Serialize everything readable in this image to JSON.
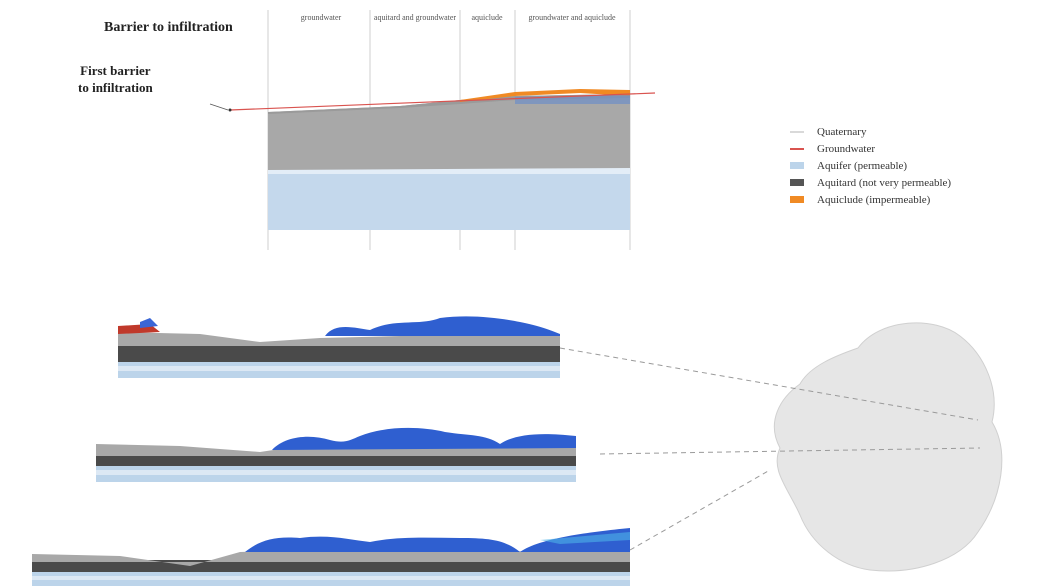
{
  "header": {
    "title": "Barrier to infiltration",
    "columns": [
      "groundwater",
      "aquitard and groundwater",
      "aquiclude",
      "groundwater and aquiclude"
    ]
  },
  "first_barrier_label": [
    "First barrier",
    "to infiltration"
  ],
  "legend": [
    {
      "label": "Quaternary",
      "color": "#d9d9d9",
      "kind": "line"
    },
    {
      "label": "Groundwater",
      "color": "#d9534f",
      "kind": "line"
    },
    {
      "label": "Aquifer (permeable)",
      "color": "#bcd4ea",
      "kind": "box"
    },
    {
      "label": "Aquitard (not very permeable)",
      "color": "#555555",
      "kind": "box"
    },
    {
      "label": "Aquiclude (impermeable)",
      "color": "#f08a24",
      "kind": "box"
    }
  ],
  "colors": {
    "aquifer": "#bcd4ea",
    "aquifer_light": "#dce8f4",
    "aquitard_dark": "#4a4a4a",
    "aquitard_grey": "#a8a8a8",
    "quaternary": "#cfcfcf",
    "groundwater": "#d9534f",
    "aquiclude": "#f08a24",
    "deep_blue": "#2f5fd0",
    "map": "#e4e4e4"
  }
}
